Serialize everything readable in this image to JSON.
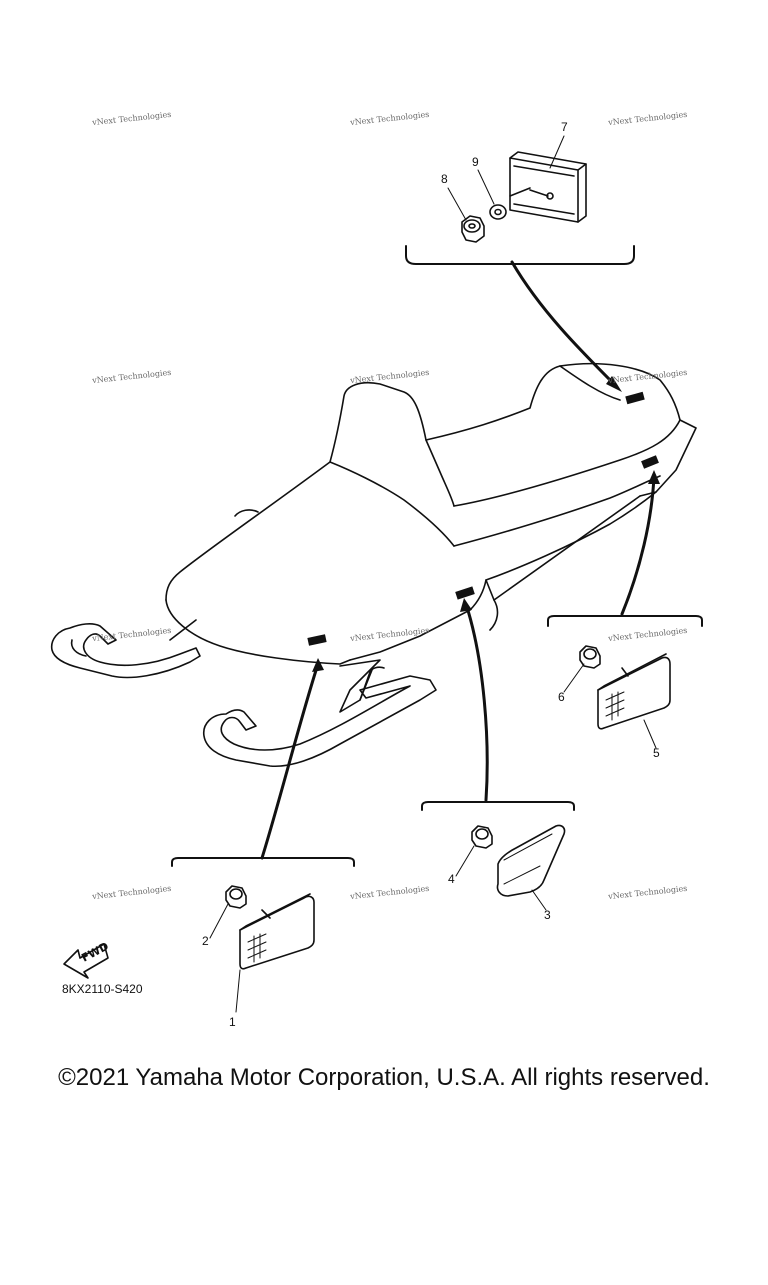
{
  "watermark": {
    "text": "vNext Technologies"
  },
  "callouts": [
    "1",
    "2",
    "3",
    "4",
    "5",
    "6",
    "7",
    "8",
    "9"
  ],
  "fwd_label": "FWD",
  "diagram_code": "8KX2110-S420",
  "copyright": "©2021 Yamaha Motor Corporation, U.S.A. All rights reserved."
}
